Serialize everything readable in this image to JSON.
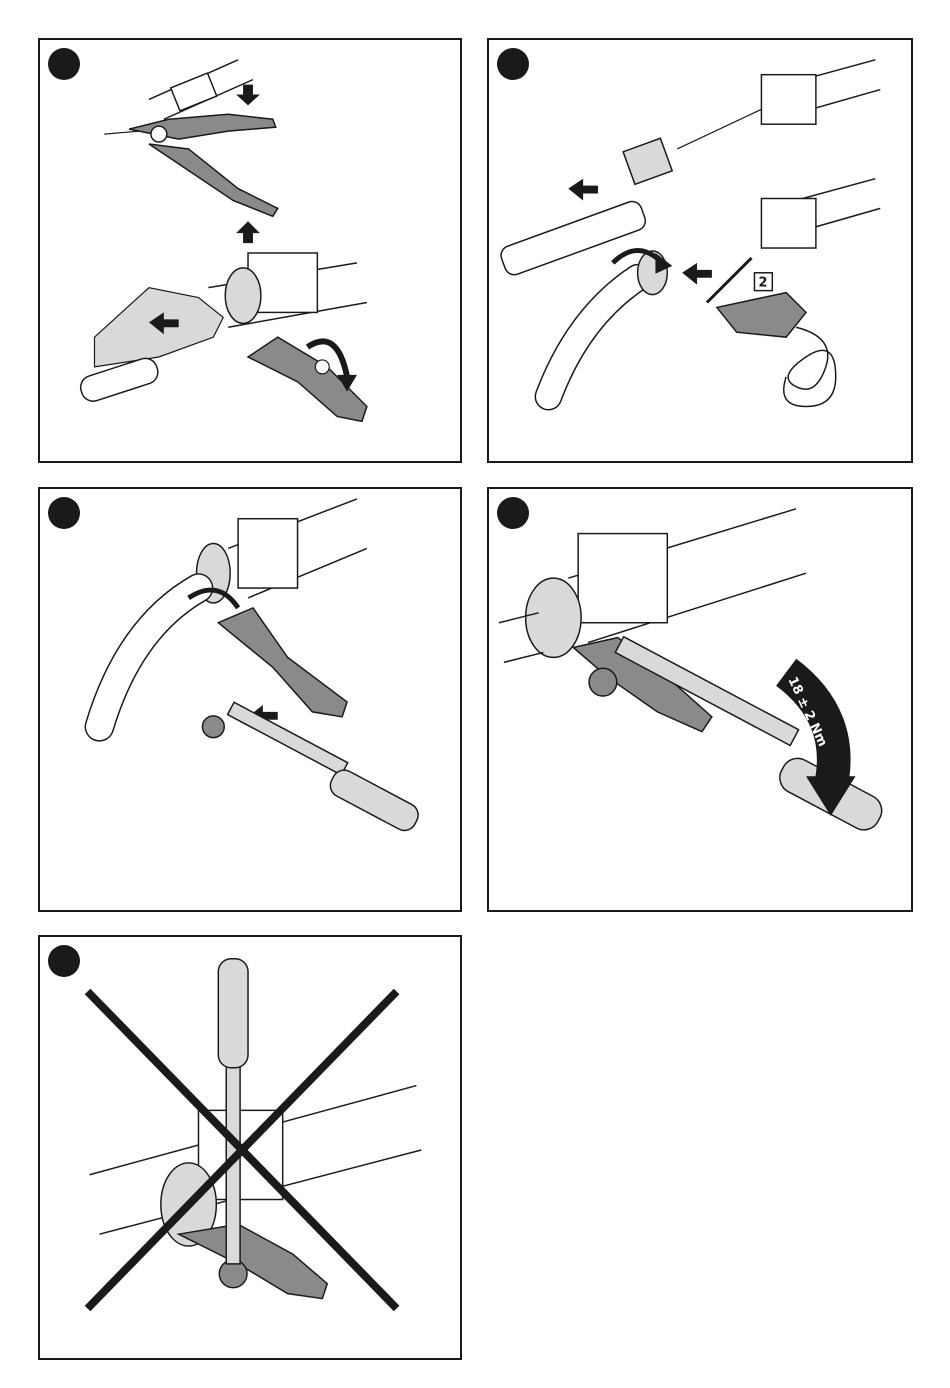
{
  "document": {
    "panels": [
      {
        "id": "step-1",
        "description_icon": "pliers-and-wrench-icon"
      },
      {
        "id": "step-2",
        "description_icon": "air-blow-gun-icon",
        "label": "2"
      },
      {
        "id": "step-3",
        "description_icon": "torque-wrench-icon"
      },
      {
        "id": "step-4",
        "description_icon": "torque-wrench-icon",
        "torque_label": "18 ± 2 Nm"
      },
      {
        "id": "step-5",
        "description_icon": "prohibited-x-icon"
      }
    ]
  },
  "colors": {
    "line": "#1a1a1a",
    "tool_gray": "#8a8a8a",
    "light_gray": "#d9d9d9",
    "arrow": "#1a1a1a"
  }
}
